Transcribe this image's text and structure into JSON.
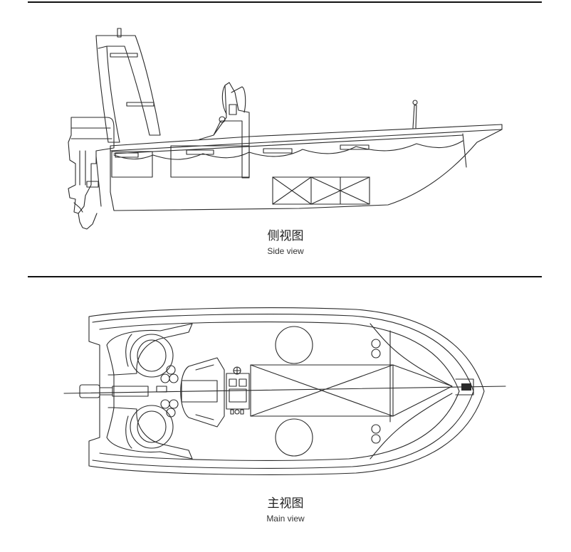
{
  "side_view": {
    "title_zh": "侧视图",
    "title_en": "Side view"
  },
  "main_view": {
    "title_zh": "主视图",
    "title_en": "Main view"
  }
}
